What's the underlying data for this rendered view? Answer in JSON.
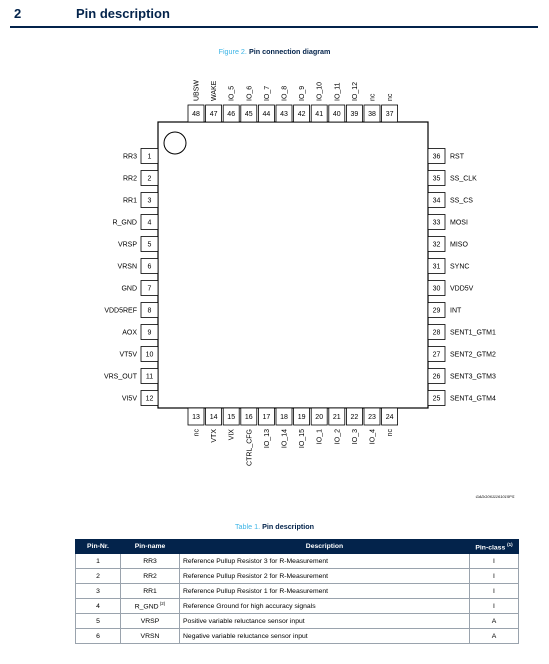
{
  "section": {
    "number": "2",
    "title": "Pin description"
  },
  "figure": {
    "label": "Figure 2.",
    "title": "Pin connection diagram",
    "id": "GADG0611161015PS"
  },
  "pins": {
    "left": [
      {
        "num": "1",
        "name": "RR3"
      },
      {
        "num": "2",
        "name": "RR2"
      },
      {
        "num": "3",
        "name": "RR1"
      },
      {
        "num": "4",
        "name": "R_GND"
      },
      {
        "num": "5",
        "name": "VRSP"
      },
      {
        "num": "6",
        "name": "VRSN"
      },
      {
        "num": "7",
        "name": "GND"
      },
      {
        "num": "8",
        "name": "VDD5REF"
      },
      {
        "num": "9",
        "name": "AOX"
      },
      {
        "num": "10",
        "name": "VT5V"
      },
      {
        "num": "11",
        "name": "VRS_OUT"
      },
      {
        "num": "12",
        "name": "VI5V"
      }
    ],
    "bottom": [
      {
        "num": "13",
        "name": "nc"
      },
      {
        "num": "14",
        "name": "VTX"
      },
      {
        "num": "15",
        "name": "VIX"
      },
      {
        "num": "16",
        "name": "CTRL_CFG"
      },
      {
        "num": "17",
        "name": "IO_13"
      },
      {
        "num": "18",
        "name": "IO_14"
      },
      {
        "num": "19",
        "name": "IO_15"
      },
      {
        "num": "20",
        "name": "IO_1"
      },
      {
        "num": "21",
        "name": "IO_2"
      },
      {
        "num": "22",
        "name": "IO_3"
      },
      {
        "num": "23",
        "name": "IO_4"
      },
      {
        "num": "24",
        "name": "nc"
      }
    ],
    "right": [
      {
        "num": "36",
        "name": "RST"
      },
      {
        "num": "35",
        "name": "SS_CLK"
      },
      {
        "num": "34",
        "name": "SS_CS"
      },
      {
        "num": "33",
        "name": "MOSI"
      },
      {
        "num": "32",
        "name": "MISO"
      },
      {
        "num": "31",
        "name": "SYNC"
      },
      {
        "num": "30",
        "name": "VDD5V"
      },
      {
        "num": "29",
        "name": "INT"
      },
      {
        "num": "28",
        "name": "SENT1_GTM1"
      },
      {
        "num": "27",
        "name": "SENT2_GTM2"
      },
      {
        "num": "26",
        "name": "SENT3_GTM3"
      },
      {
        "num": "25",
        "name": "SENT4_GTM4"
      }
    ],
    "top": [
      {
        "num": "48",
        "name": "UBSW"
      },
      {
        "num": "47",
        "name": "WAKE"
      },
      {
        "num": "46",
        "name": "IO_5"
      },
      {
        "num": "45",
        "name": "IO_6"
      },
      {
        "num": "44",
        "name": "IO_7"
      },
      {
        "num": "43",
        "name": "IO_8"
      },
      {
        "num": "42",
        "name": "IO_9"
      },
      {
        "num": "41",
        "name": "IO_10"
      },
      {
        "num": "40",
        "name": "IO_11"
      },
      {
        "num": "39",
        "name": "IO_12"
      },
      {
        "num": "38",
        "name": "nc"
      },
      {
        "num": "37",
        "name": "nc"
      }
    ]
  },
  "table": {
    "label": "Table 1.",
    "title": "Pin description",
    "headers": {
      "pin_nr": "Pin-Nr.",
      "pin_name": "Pin-name",
      "description": "Description",
      "pin_class": "Pin-class",
      "pin_class_note": "(1)"
    },
    "rows": [
      {
        "nr": "1",
        "name": "RR3",
        "note": "",
        "desc": "Reference Pullup Resistor 3 for R-Measurement",
        "cls": "I"
      },
      {
        "nr": "2",
        "name": "RR2",
        "note": "",
        "desc": "Reference Pullup Resistor 2 for R-Measurement",
        "cls": "I"
      },
      {
        "nr": "3",
        "name": "RR1",
        "note": "",
        "desc": "Reference Pullup Resistor 1 for R-Measurement",
        "cls": "I"
      },
      {
        "nr": "4",
        "name": "R_GND",
        "note": "(2)",
        "desc": "Reference Ground for high accuracy signals",
        "cls": "I"
      },
      {
        "nr": "5",
        "name": "VRSP",
        "note": "",
        "desc": "Positive variable reluctance sensor input",
        "cls": "A"
      },
      {
        "nr": "6",
        "name": "VRSN",
        "note": "",
        "desc": "Negative variable reluctance sensor input",
        "cls": "A"
      }
    ]
  }
}
